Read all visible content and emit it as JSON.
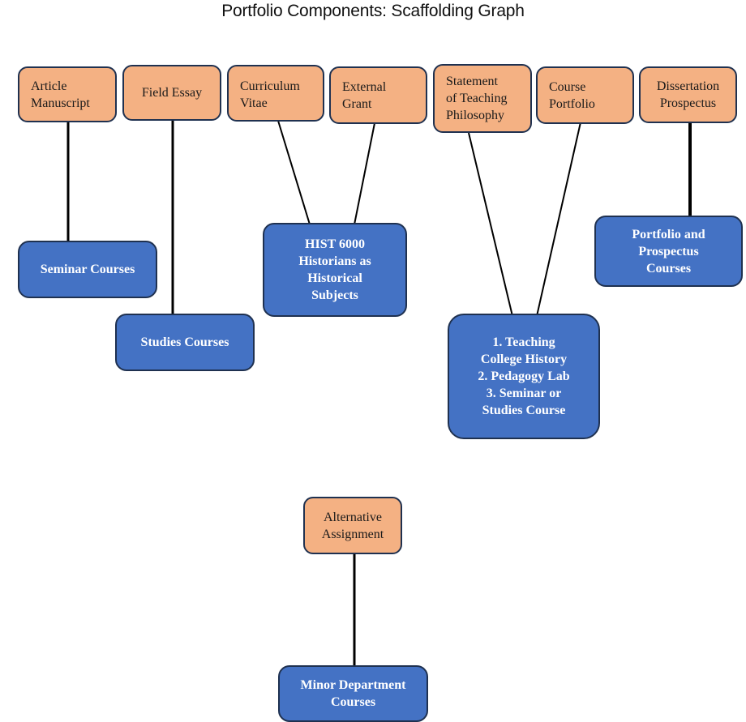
{
  "title": "Portfolio Components: Scaffolding Graph",
  "colors": {
    "component_fill": "#f4b183",
    "course_fill": "#4472c4",
    "border": "#1f3150",
    "connector": "#000000"
  },
  "components": [
    {
      "id": "article",
      "label": "Article\nManuscript"
    },
    {
      "id": "field-essay",
      "label": "Field Essay"
    },
    {
      "id": "cv",
      "label": "Curriculum\nVitae"
    },
    {
      "id": "grant",
      "label": "External\nGrant"
    },
    {
      "id": "teaching-statement",
      "label": "Statement\nof Teaching\nPhilosophy"
    },
    {
      "id": "course-portfolio",
      "label": "Course\nPortfolio"
    },
    {
      "id": "prospectus",
      "label": "Dissertation\nProspectus"
    },
    {
      "id": "alternative",
      "label": "Alternative\nAssignment"
    }
  ],
  "courses": [
    {
      "id": "seminar",
      "label": "Seminar Courses"
    },
    {
      "id": "studies",
      "label": "Studies Courses"
    },
    {
      "id": "hist6000",
      "label": "HIST 6000\nHistorians as\nHistorical\nSubjects"
    },
    {
      "id": "teaching",
      "label": "1. Teaching\nCollege History\n2. Pedagogy Lab\n3. Seminar or\nStudies Course"
    },
    {
      "id": "portfolio-prospectus",
      "label": "Portfolio and\nProspectus\nCourses"
    },
    {
      "id": "minor",
      "label": "Minor Department\nCourses"
    }
  ],
  "edges": [
    {
      "from": "Article Manuscript",
      "to": "Seminar Courses"
    },
    {
      "from": "Field Essay",
      "to": "Studies Courses"
    },
    {
      "from": "Curriculum Vitae",
      "to": "HIST 6000 Historians as Historical Subjects"
    },
    {
      "from": "External Grant",
      "to": "HIST 6000 Historians as Historical Subjects"
    },
    {
      "from": "Statement of Teaching Philosophy",
      "to": "Teaching College History / Pedagogy Lab / Seminar or Studies Course"
    },
    {
      "from": "Course Portfolio",
      "to": "Teaching College History / Pedagogy Lab / Seminar or Studies Course"
    },
    {
      "from": "Dissertation Prospectus",
      "to": "Portfolio and Prospectus Courses"
    },
    {
      "from": "Alternative Assignment",
      "to": "Minor Department Courses"
    }
  ]
}
